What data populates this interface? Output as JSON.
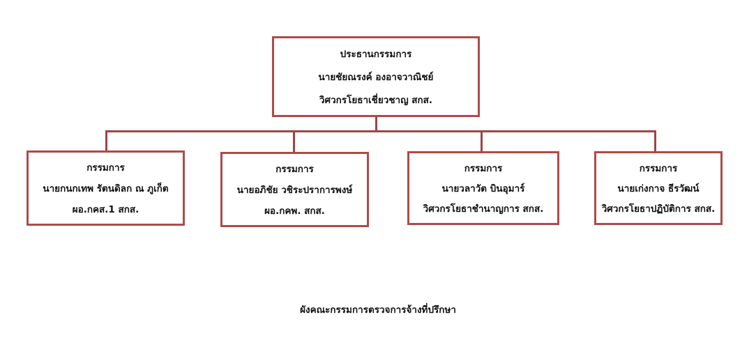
{
  "chairman": {
    "role": "ประธานกรรมการ",
    "name": "นายชัยณรงค์  องอาจวาณิชย์",
    "position": "วิศวกรโยธาเชี่ยวชาญ สกส."
  },
  "members": [
    {
      "role": "กรรมการ",
      "name": "นายกนกเทพ  รัตนดิลก ณ ภูเก็ต",
      "position": "ผอ.กคส.1 สกส."
    },
    {
      "role": "กรรมการ",
      "name": "นายอภิชัย  วชิระปราการพงษ์",
      "position": "ผอ.กคพ. สกส."
    },
    {
      "role": "กรรมการ",
      "name": "นายวลาวัต  บินอุมาร์",
      "position": "วิศวกรโยธาชำนาญการ สกส."
    },
    {
      "role": "กรรมการ",
      "name": "นายเก่งกาจ ธีรวัฒน์",
      "position": "วิศวกรโยธาปฏิบัติการ สกส."
    }
  ],
  "caption": "ผังคณะกรรมการตรวจการจ้างที่ปรึกษา",
  "colors": {
    "border": "#b04a4a"
  }
}
